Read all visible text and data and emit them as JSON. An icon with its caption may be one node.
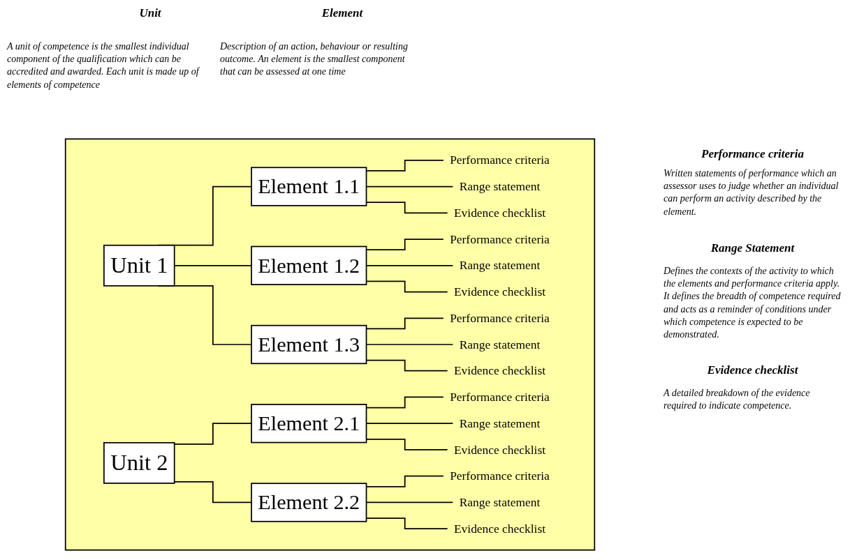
{
  "diagram": {
    "nodes": [
      {
        "text": [],
        "shape": "box"
      },
      {
        "text": [
          "Unit 1"
        ],
        "in": 0
      },
      {
        "text": [
          "Element 1.1"
        ],
        "in": 0
      },
      {
        "text": [
          "Performance criteria"
        ],
        "in": 0
      },
      {
        "text": [
          "Range statement"
        ],
        "in": 0
      },
      {
        "text": [
          "Evidence checklist"
        ],
        "in": 0
      },
      {
        "text": [
          "Element 1.2"
        ],
        "in": 0
      },
      {
        "text": [
          "Performance criteria"
        ],
        "in": 0
      },
      {
        "text": [
          "Range statement"
        ],
        "in": 0
      },
      {
        "text": [
          "Evidence checklist"
        ],
        "in": 0
      },
      {
        "text": [
          "Element 1.3"
        ],
        "in": 0
      },
      {
        "text": [
          "Performance criteria"
        ],
        "in": 0
      },
      {
        "text": [
          "Range statement"
        ],
        "in": 0
      },
      {
        "text": [
          "Evidence checklist"
        ],
        "in": 0
      },
      {
        "text": [
          "Unit 2"
        ],
        "in": 0
      },
      {
        "text": [
          "Element 2.1"
        ],
        "in": 0
      },
      {
        "text": [
          "Performance criteria"
        ],
        "in": 0
      },
      {
        "text": [
          "Range statement"
        ],
        "in": 0
      },
      {
        "text": [
          "Evidence checklist"
        ],
        "in": 0
      },
      {
        "text": [
          "Element 2.2"
        ],
        "in": 0
      },
      {
        "text": [
          "Performance criteria"
        ],
        "in": 0
      },
      {
        "text": [
          "Range statement"
        ],
        "in": 0
      },
      {
        "text": [
          "Evidence checklist"
        ],
        "in": 0
      }
    ],
    "edges": [
      {
        "from": 1,
        "to": 2,
        "arrow": "none"
      },
      {
        "from": 1,
        "to": 6,
        "arrow": "none"
      },
      {
        "from": 1,
        "to": 10,
        "arrow": "none"
      },
      {
        "from": 2,
        "to": 3,
        "arrow": "none"
      },
      {
        "from": 2,
        "to": 4,
        "arrow": "none"
      },
      {
        "from": 2,
        "to": 5,
        "arrow": "none"
      },
      {
        "from": 6,
        "to": 7,
        "arrow": "none"
      },
      {
        "from": 6,
        "to": 8,
        "arrow": "none"
      },
      {
        "from": 6,
        "to": 9,
        "arrow": "none"
      },
      {
        "from": 10,
        "to": 11,
        "arrow": "none"
      },
      {
        "from": 10,
        "to": 12,
        "arrow": "none"
      },
      {
        "from": 10,
        "to": 13,
        "arrow": "none"
      },
      {
        "from": 14,
        "to": 15,
        "arrow": "none"
      },
      {
        "from": 14,
        "to": 19,
        "arrow": "none"
      },
      {
        "from": 15,
        "to": 16,
        "arrow": "none"
      },
      {
        "from": 15,
        "to": 17,
        "arrow": "none"
      },
      {
        "from": 15,
        "to": 18,
        "arrow": "none"
      },
      {
        "from": 19,
        "to": 20,
        "arrow": "none"
      },
      {
        "from": 19,
        "to": 21,
        "arrow": "none"
      },
      {
        "from": 19,
        "to": 22,
        "arrow": "none"
      }
    ],
    "labels": [
      "Unit",
      "Element",
      "A unit of competence is the smallest individual component of the qualification which can be accredited and awarded. Each unit is made up of elements of competence",
      "Description of an action, behaviour or resulting outcome. An element is the smallest component that can be assessed at one time",
      "Performance criteria",
      "Written statements of performance which an assessor uses to judge whether an individual can perform an activity described by the element.",
      "Range Statement",
      "Defines the contexts of the activity to which the elements and performance criteria apply. It defines the breadth of competence required and acts as a reminder of conditions under which competence is expected to be demonstrated.",
      "Evidence checklist",
      "A detailed breakdown of the evidence required to indicate competence."
    ]
  }
}
